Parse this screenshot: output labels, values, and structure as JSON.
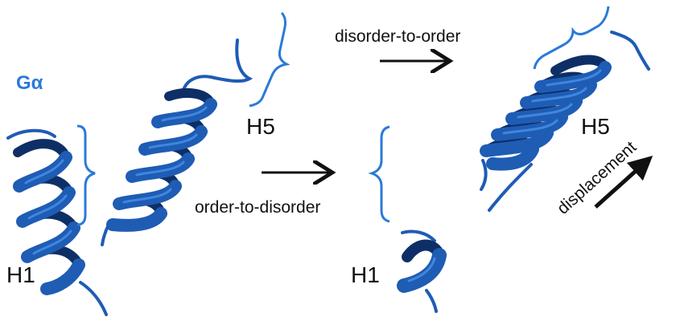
{
  "colors": {
    "helix": "#1f5cb4",
    "helix_dark": "#0e2f66",
    "helix_light": "#3f86df",
    "bracket": "#2b7ad8",
    "label_ga": "#2b7ad8",
    "text": "#111111",
    "arrow": "#111111"
  },
  "labels": {
    "ga": "Gα",
    "h5_left": "H5",
    "h1_left": "H1",
    "h1_right": "H1",
    "h5_right": "H5"
  },
  "transitions": {
    "order_to_disorder": "order-to-disorder",
    "disorder_to_order": "disorder-to-order",
    "displacement": "displacement"
  }
}
